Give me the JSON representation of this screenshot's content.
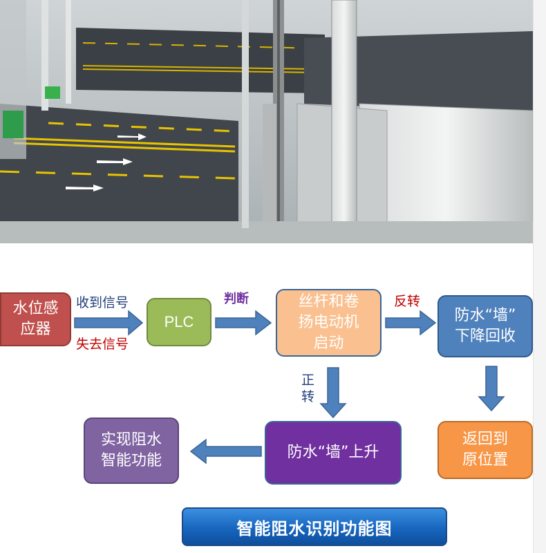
{
  "photo": {
    "icon": "machine-photo"
  },
  "nodes": {
    "sensor": "水位感\n应器",
    "plc": "PLC",
    "motor": "丝杆和卷\n扬电动机\n启动",
    "lower": "防水“墙”\n下降回收",
    "reset": "返回到\n原位置",
    "raise": "防水“墙”上升",
    "result": "实现阻水\n智能功能"
  },
  "labels": {
    "receive": "收到信号",
    "lose": "失去信号",
    "judge": "判断",
    "reverse": "反转",
    "forward": "正\n转"
  },
  "colors": {
    "sensor": "#c0504d",
    "plc": "#9bbb59",
    "motor": "#fac090",
    "lower": "#4f81bd",
    "reset": "#f79646",
    "raise": "#7030a0",
    "result": "#8064a2",
    "arrow": "#4f81bd"
  },
  "banner": {
    "title": "智能阻水识别功能图"
  }
}
